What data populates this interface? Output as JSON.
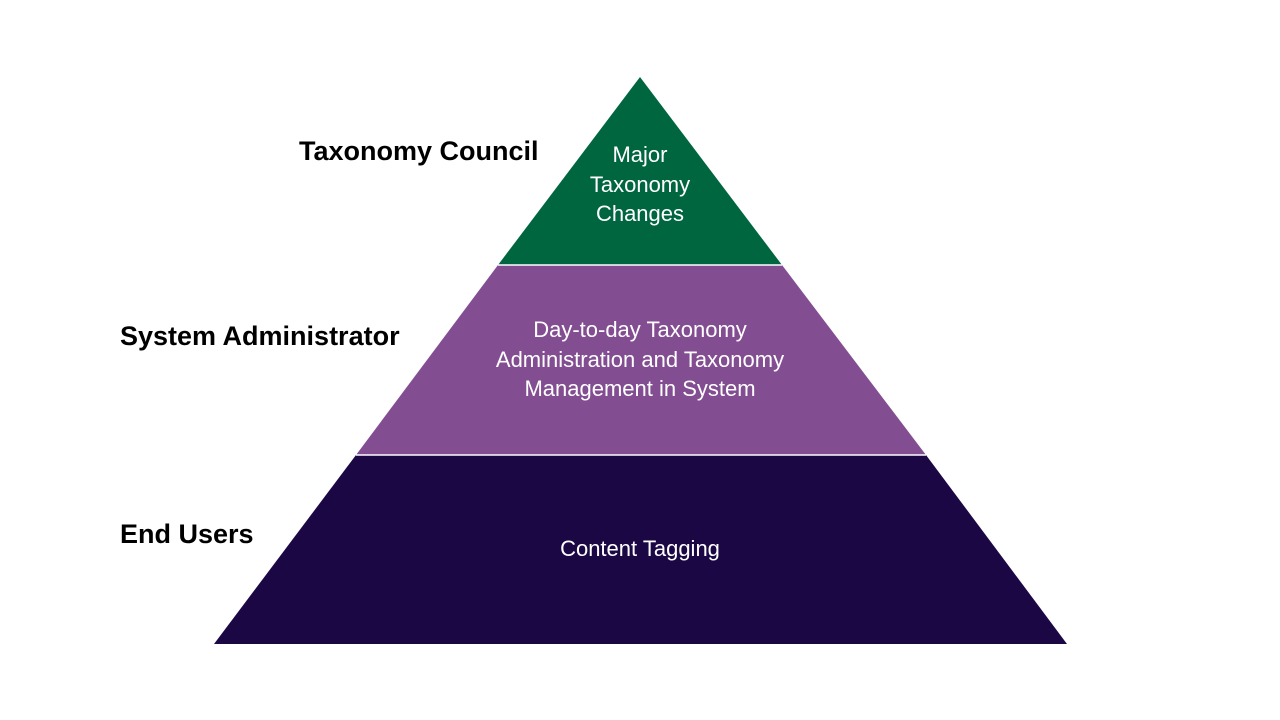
{
  "colors": {
    "top_tier": "#006640",
    "middle_tier": "#834D92",
    "bottom_tier": "#1C0745",
    "separator": "#ffffff",
    "label_text": "#000000",
    "tier_text": "#ffffff"
  },
  "tiers": [
    {
      "role": "Taxonomy Council",
      "lines": [
        "Major",
        "Taxonomy",
        "Changes"
      ]
    },
    {
      "role": "System Administrator",
      "lines": [
        "Day-to-day Taxonomy",
        "Administration and Taxonomy",
        "Management in System"
      ]
    },
    {
      "role": "End Users",
      "lines": [
        "Content Tagging"
      ]
    }
  ]
}
